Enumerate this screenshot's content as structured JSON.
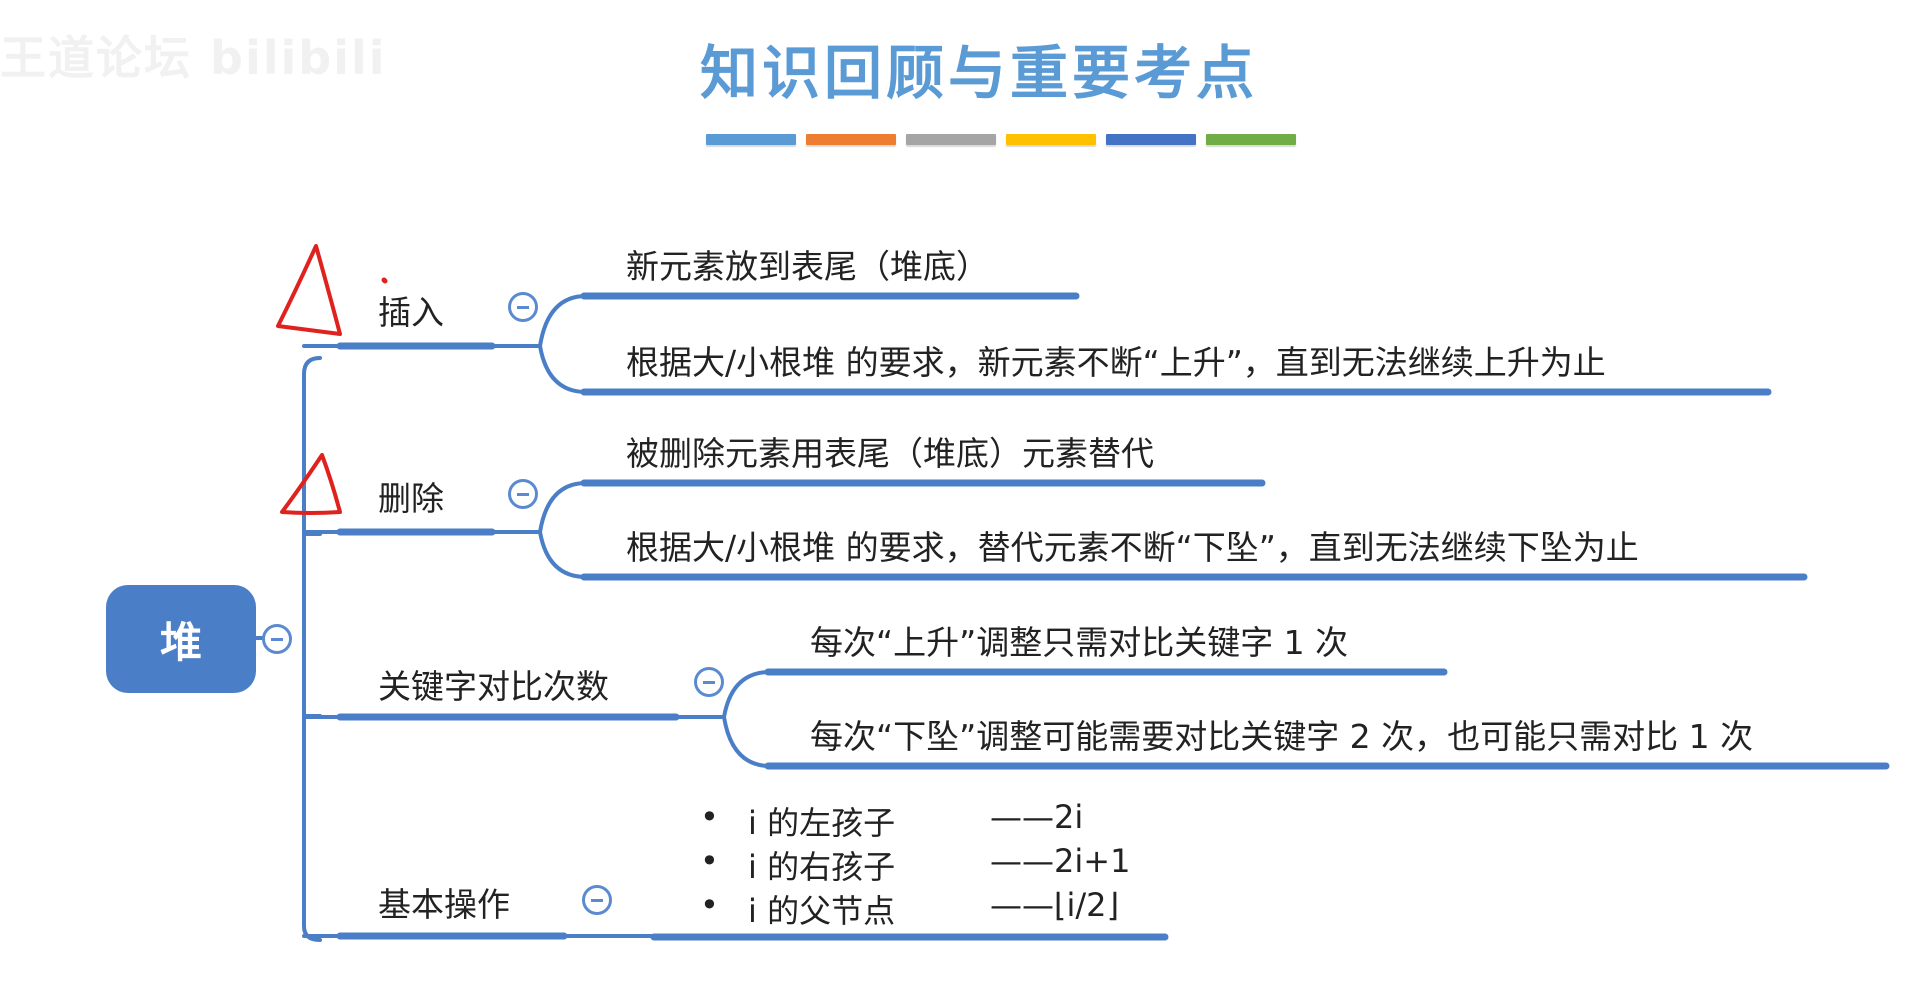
{
  "watermark": "王道论坛 bilibili",
  "title": "知识回顾与重要考点",
  "color_bars": [
    "#5b9bd5",
    "#ed7d31",
    "#a5a5a5",
    "#ffc000",
    "#4472c4",
    "#70ad47"
  ],
  "mindmap": {
    "root": "堆",
    "branches": [
      {
        "label": "插入",
        "items": [
          "新元素放到表尾（堆底）",
          "根据大/小根堆 的要求，新元素不断“上升”，直到无法继续上升为止"
        ]
      },
      {
        "label": "删除",
        "items": [
          "被删除元素用表尾（堆底）元素替代",
          "根据大/小根堆 的要求，替代元素不断“下坠”，直到无法继续下坠为止"
        ]
      },
      {
        "label": "关键字对比次数",
        "items": [
          "每次“上升”调整只需对比关键字 1 次",
          "每次“下坠”调整可能需要对比关键字 2 次，也可能只需对比 1 次"
        ]
      },
      {
        "label": "基本操作",
        "ops": [
          {
            "bullet": "•",
            "name": "i 的左孩子",
            "value": "——2i"
          },
          {
            "bullet": "•",
            "name": "i 的右孩子",
            "value": "——2i+1"
          },
          {
            "bullet": "•",
            "name": "i 的父节点",
            "value": "——⌊i/2⌋"
          }
        ]
      }
    ]
  },
  "line_color": "#4a7fc7",
  "annotation_color": "#e0221f"
}
